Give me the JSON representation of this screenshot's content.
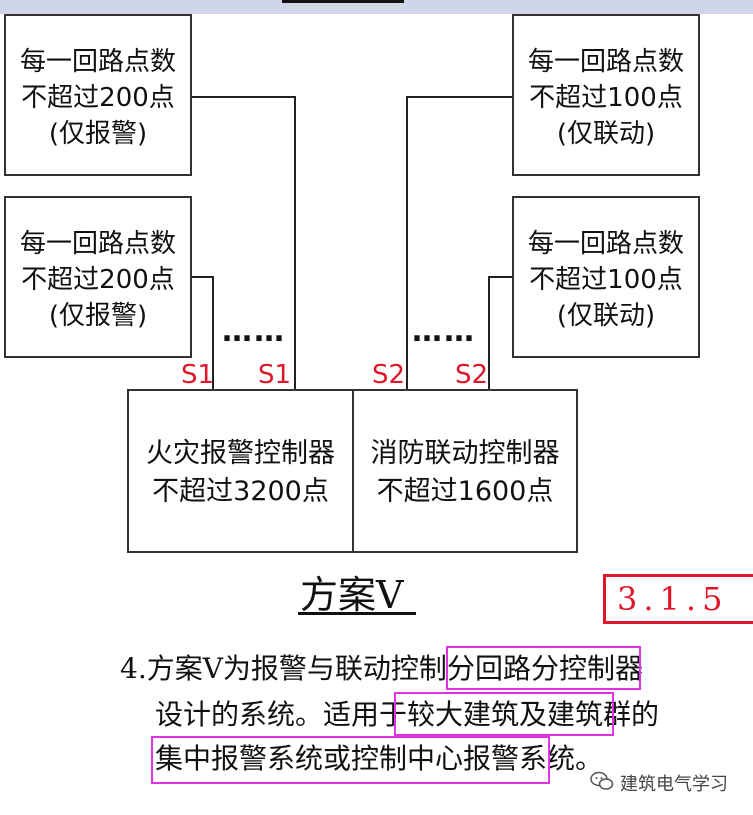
{
  "diagram": {
    "loop_boxes": [
      {
        "line1": "每一回路点数",
        "line2": "不超过200点",
        "line3": "(仅报警)"
      },
      {
        "line1": "每一回路点数",
        "line2": "不超过200点",
        "line3": "(仅报警)"
      },
      {
        "line1": "每一回路点数",
        "line2": "不超过100点",
        "line3": "(仅联动)"
      },
      {
        "line1": "每一回路点数",
        "line2": "不超过100点",
        "line3": "(仅联动)"
      }
    ],
    "ellipsis": "……",
    "bus_labels": {
      "left_a": "S1",
      "left_b": "S1",
      "right_a": "S2",
      "right_b": "S2"
    },
    "controllers": {
      "alarm": {
        "name": "火灾报警控制器",
        "capacity": "不超过3200点"
      },
      "linkage": {
        "name": "消防联动控制器",
        "capacity": "不超过1600点"
      }
    },
    "title": "方案V",
    "section_ref": "3.1.5"
  },
  "description": {
    "line1_pre": "4.方案V为报警与联动控制",
    "line1_hl": "分回路分控制器",
    "line2_pre": "设计的系统。适用于",
    "line2_hl": "较大建筑及建筑群",
    "line2_post": "的",
    "line3_hl": "集中报警系统或控制中心报警系统",
    "line3_post": "。"
  },
  "watermark": {
    "text": "建筑电气学习",
    "icon": "wechat-icon"
  },
  "colors": {
    "accent_red": "#e0162b",
    "highlight_magenta": "#e032e0",
    "top_band": "#cfd6e8"
  }
}
